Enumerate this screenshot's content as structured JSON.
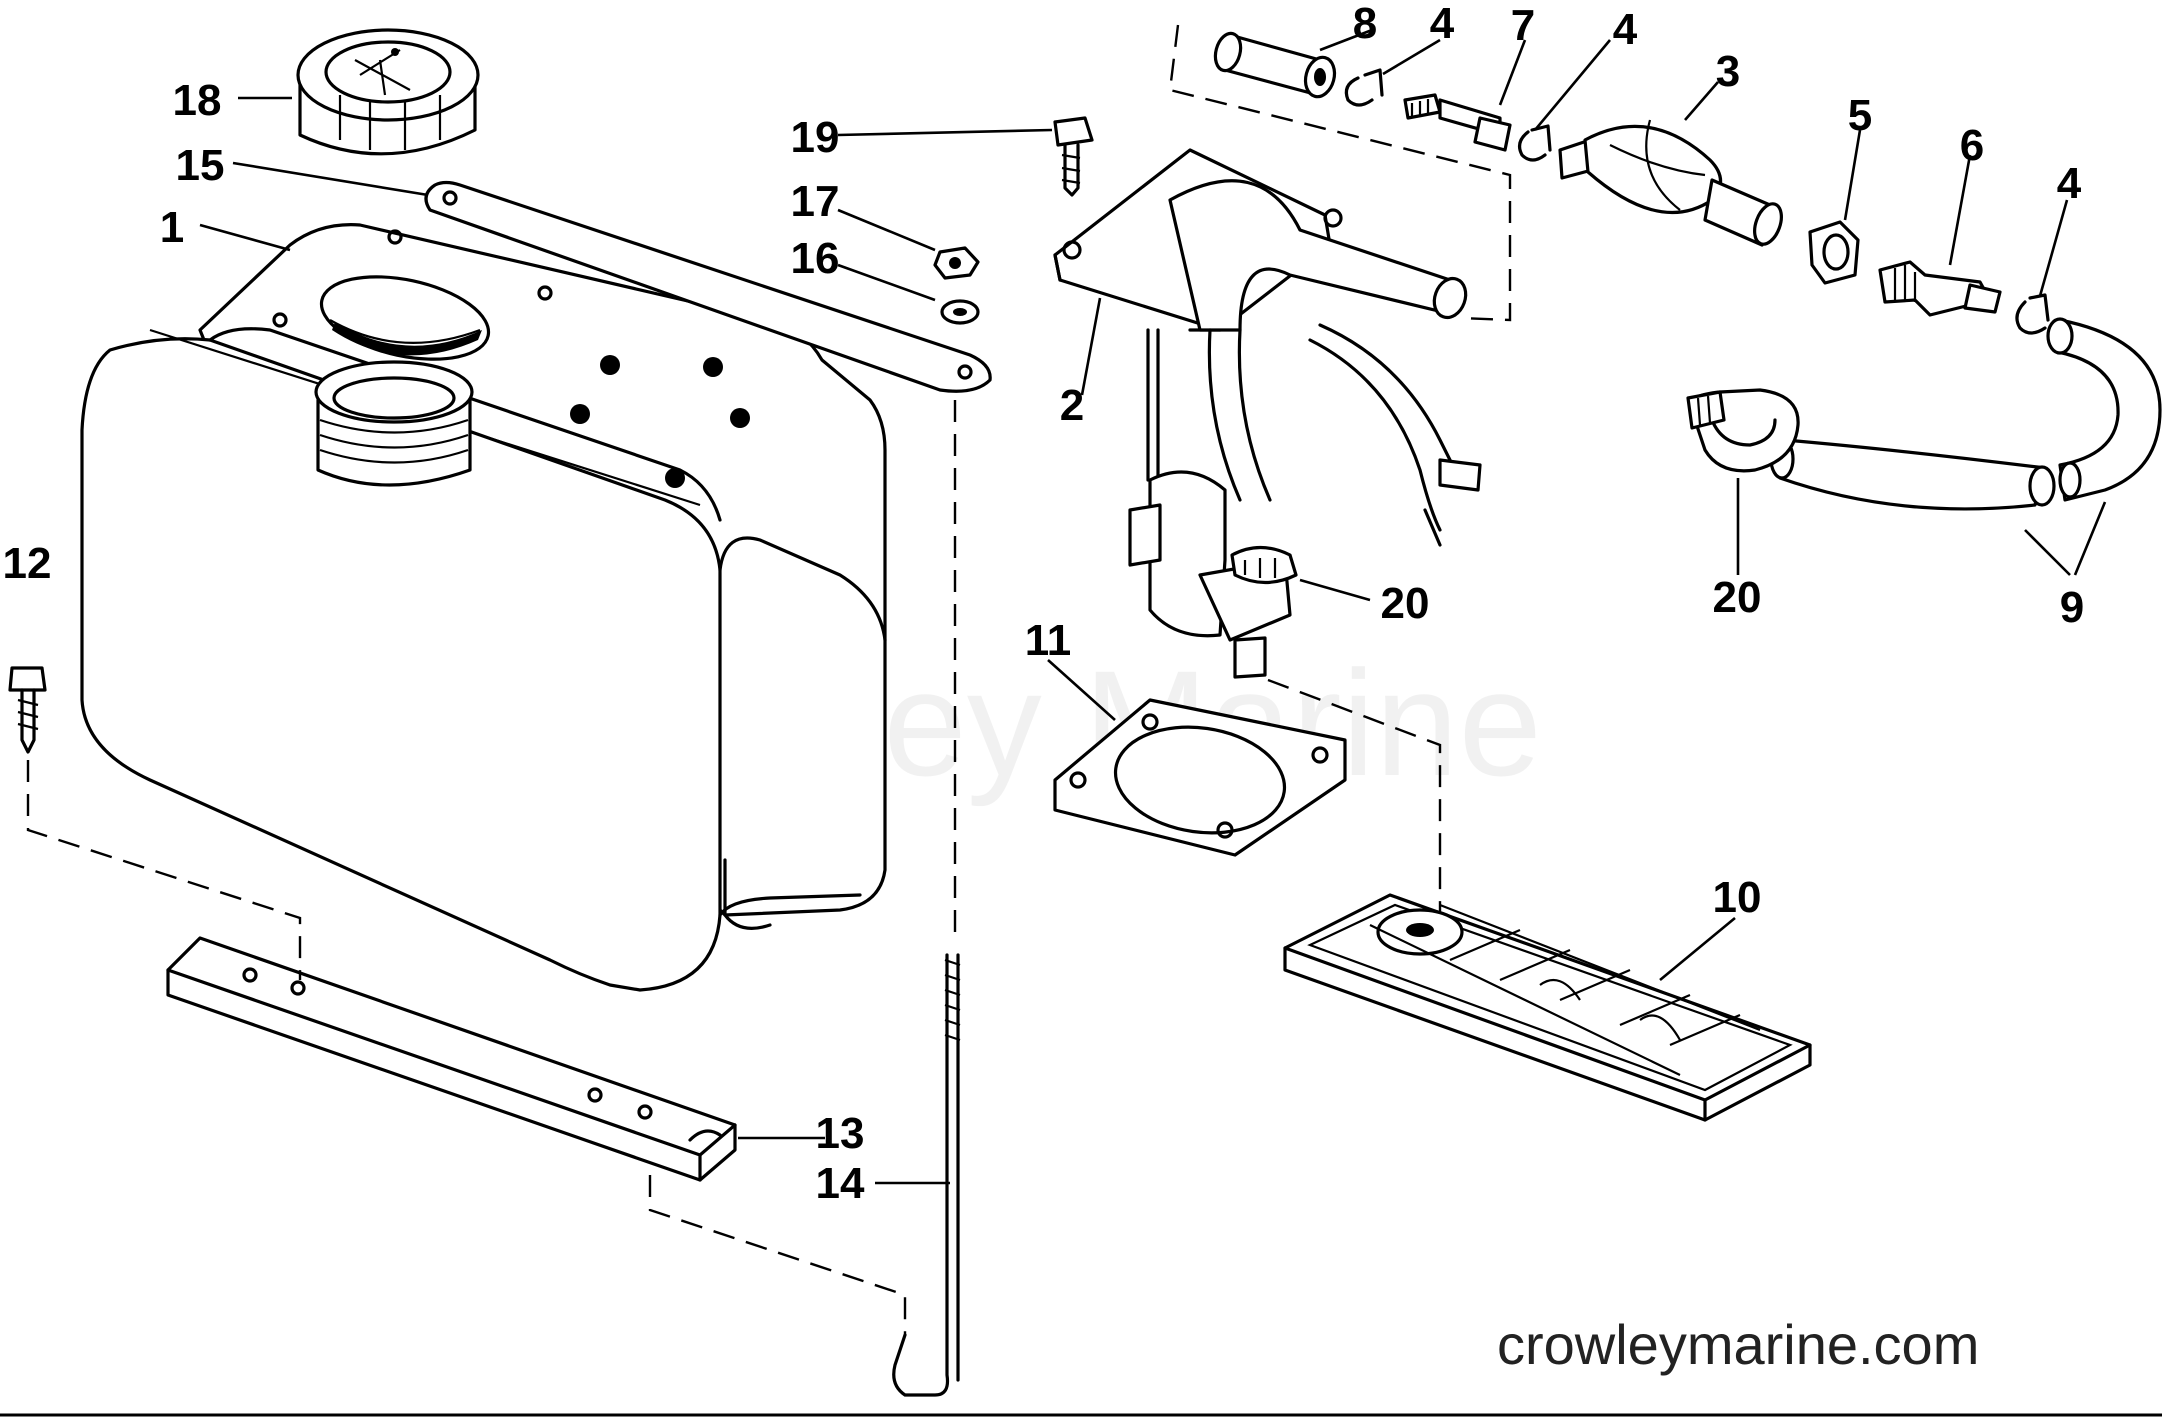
{
  "watermark": "Crowley Marine",
  "footer": {
    "url": "crowleymarine.com"
  },
  "callouts": {
    "c1": "1",
    "c2": "2",
    "c3": "3",
    "c4a": "4",
    "c4b": "4",
    "c4c": "4",
    "c5": "5",
    "c6": "6",
    "c7": "7",
    "c8": "8",
    "c9": "9",
    "c10": "10",
    "c11": "11",
    "c12": "12",
    "c13": "13",
    "c14": "14",
    "c15": "15",
    "c16": "16",
    "c17": "17",
    "c18": "18",
    "c19": "19",
    "c20a": "20",
    "c20b": "20"
  }
}
